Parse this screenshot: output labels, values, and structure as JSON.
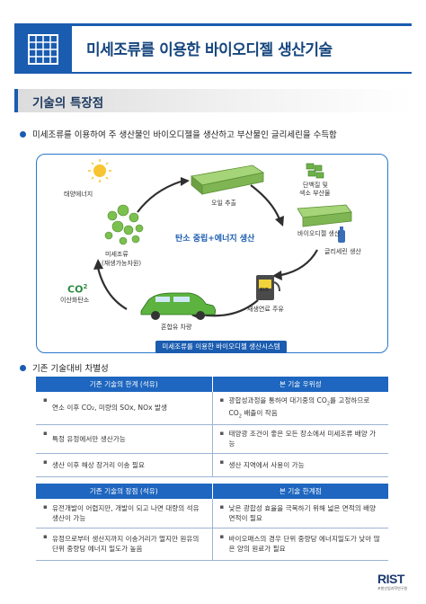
{
  "header": {
    "title": "미세조류를 이용한  바이오디젤 생산기술",
    "icon": "grid-icon"
  },
  "section": {
    "title": "기술의 특장점"
  },
  "summary": "미세조류를 이용하여 주 생산물인 바이오디젤을 생산하고 부산물인 글리세린을 수득함",
  "diagram": {
    "sunlight": "태양에너지",
    "algae_name": "미세조류",
    "algae_sub": "(재생가능자원)",
    "oil_extraction": "오일 추출",
    "byproduct_line1": "단백질 및",
    "byproduct_line2": "색소 부산물",
    "biodiesel_prod": "바이오디젤 생산",
    "glycerin_prod": "글리세린 생산",
    "refuel": "재생연료 주유",
    "bio_label": "BIO",
    "hybrid_car": "혼합유 차량",
    "co2_label": "CO",
    "co2_sup": "2",
    "co2_desc": "이산화탄소",
    "center": "탄소 중립+에너지 생산",
    "caption": "미세조류를 이용한 바이오디젤 생산시스템"
  },
  "comparison": {
    "title": "기존 기술대비 차별성"
  },
  "table1": {
    "headers": [
      "기존 기술의 한계 (석유)",
      "본 기술 우위성"
    ],
    "rows": [
      {
        "left": "연소 이후 CO₂, 미량의 SOx, NOx 발생",
        "right_a": "광합성과정을 통하여 대기중의 CO",
        "right_sub": "2",
        "right_b": "를 고정하므로 CO",
        "right_sub2": "2",
        "right_c": " 배출이 작음"
      },
      {
        "left": "특정 유정에서만 생산가능",
        "right": "태양광 조건이 좋은 모든 장소에서 미세조류 배양 가능"
      },
      {
        "left": "생산 이후 해상 장거리 이송 필요",
        "right": "생산 지역에서 사용이 가능"
      }
    ]
  },
  "table2": {
    "headers": [
      "기존 기술의 장점 (석유)",
      "본 기술 한계점"
    ],
    "rows": [
      {
        "left": "유전개발이 어렵지만, 개발이 되고 나면 대량의 석유 생산이 가능",
        "right": "낮은 광합성 효율을 극복하기 위해 넓은 면적의 배양 면적이 필요"
      },
      {
        "left": "유정으로부터 생산지까지 이송거리가 멀지만 원유의 단위 중량당 에너지 밀도가 높음",
        "right": "바이오매스의 경우 단위 중량당 에너지밀도가 낮아 많은 양의 원료가 필요"
      }
    ]
  },
  "logo": {
    "name": "RIST",
    "sub": "포항산업과학연구원"
  },
  "colors": {
    "primary": "#1a5cb0",
    "header_blue": "#1e66bf",
    "algae_green": "#6bb84a"
  }
}
